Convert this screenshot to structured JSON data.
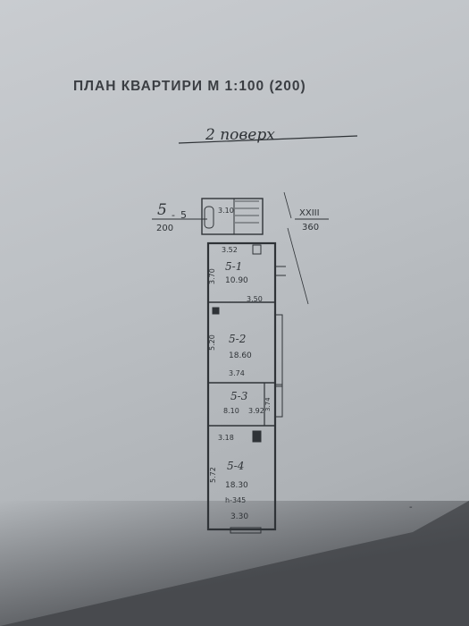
{
  "document": {
    "title": "ПЛАН КВАРТИРИ М 1:100 (200)",
    "floor_label": "2 поверх"
  },
  "plan": {
    "section": {
      "number": "5",
      "suffix": "5",
      "denominator": "200"
    },
    "axis": {
      "label": "XXIII",
      "value": "360"
    },
    "rooms": [
      {
        "id": "5-1",
        "area": "10.90"
      },
      {
        "id": "5-2",
        "area": "18.60"
      },
      {
        "id": "5-3",
        "area": "8.10"
      },
      {
        "id": "5-4",
        "area": "18.30"
      }
    ],
    "dimensions": {
      "top_stair": "3.10",
      "room1_top": "3.52",
      "room1_side": "3.70",
      "room1_bottom": "3.50",
      "room2_side": "5.20",
      "room2_width": "3.74",
      "room3_width": "3.92",
      "room3_side": "3.74",
      "room4_top": "3.18",
      "room4_side": "5.72",
      "room4_bottom": "3.30"
    },
    "height": "h-345"
  }
}
